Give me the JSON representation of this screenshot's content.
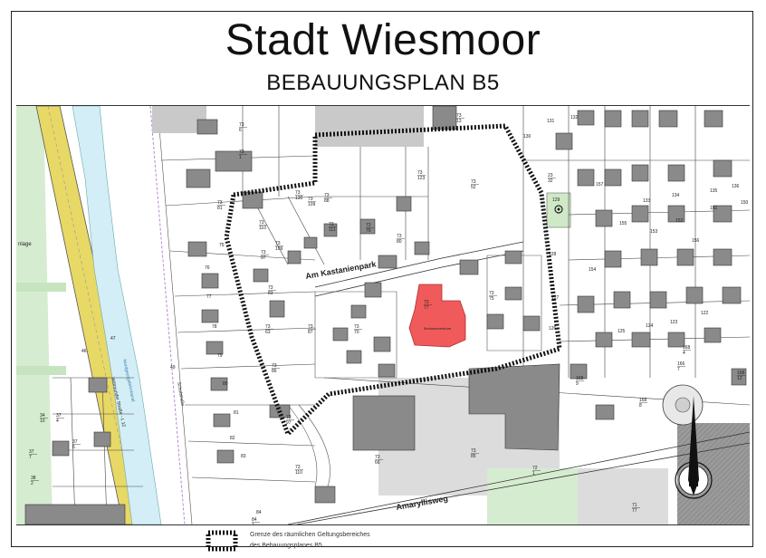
{
  "header": {
    "title": "Stadt Wiesmoor",
    "subtitle": "BEBAUUNGSPLAN B5"
  },
  "map": {
    "street_labels": {
      "am_kastanienpark": "Am Kastanienpark",
      "amaryllisweg": "Amaryllisweg",
      "wittmunder_strasse": "Wittmunder Straße - L 12",
      "schulstrasse": "Schulstraße",
      "nordgeorgsfehnkanal": "Nordgeorgsfehnkanal",
      "anlage": "nlage"
    },
    "building_label": "Seniorenzentrum",
    "colors": {
      "building_highlight": "#f05a5a",
      "green_area": "#d6ecd0",
      "canal": "#d3eef6",
      "road_yellow": "#e8d866",
      "buildings": "#8a8a8a",
      "plots": "#bdbdbd",
      "boundary": "#111111"
    },
    "parcel_labels": [
      {
        "num": "73",
        "den": "6"
      },
      {
        "num": "73",
        "den": "1"
      },
      {
        "num": "73",
        "den": "13"
      },
      {
        "num": "73",
        "den": "123"
      },
      {
        "num": "73",
        "den": "52"
      },
      {
        "num": "73",
        "den": "130"
      },
      {
        "num": "73",
        "den": "109"
      },
      {
        "num": "73",
        "den": "88"
      },
      {
        "num": "73",
        "den": "110"
      },
      {
        "num": "73",
        "den": "79"
      },
      {
        "num": "73",
        "den": "80"
      },
      {
        "num": "73",
        "den": "111"
      },
      {
        "num": "73",
        "den": "81"
      },
      {
        "num": "73",
        "den": "97"
      },
      {
        "num": "73",
        "den": "109"
      },
      {
        "num": "73",
        "den": "63"
      },
      {
        "num": "73",
        "den": "87"
      },
      {
        "num": "73",
        "den": "77"
      },
      {
        "num": "73",
        "den": "70"
      },
      {
        "num": "73",
        "den": "75"
      },
      {
        "num": "73",
        "den": "83"
      },
      {
        "num": "73",
        "den": "86"
      },
      {
        "num": "73",
        "den": "85"
      },
      {
        "num": "73",
        "den": "66"
      },
      {
        "num": "73",
        "den": "110"
      },
      {
        "num": "73",
        "den": "97"
      },
      {
        "num": "72",
        "den": "1"
      },
      {
        "num": "71",
        "den": "77"
      },
      {
        "num": "34",
        "den": "10"
      },
      {
        "num": "37",
        "den": "4"
      },
      {
        "num": "37",
        "den": "7"
      },
      {
        "num": "37",
        "den": "6"
      },
      {
        "num": "38",
        "den": "2"
      },
      {
        "num": "168",
        "den": "4"
      },
      {
        "num": "166",
        "den": "7"
      },
      {
        "num": "168",
        "den": "8"
      },
      {
        "num": "168",
        "den": "9"
      },
      {
        "num": "168",
        "den": "12"
      },
      {
        "num": "23",
        "den": "32"
      },
      {
        "num": "84",
        "den": "1"
      }
    ],
    "numbers": [
      "75",
      "76",
      "77",
      "78",
      "79",
      "80",
      "81",
      "82",
      "83",
      "84",
      "46",
      "47",
      "49",
      "131",
      "132",
      "130",
      "129",
      "128",
      "127",
      "126",
      "125",
      "124",
      "123",
      "122",
      "133",
      "134",
      "135",
      "136",
      "150",
      "151",
      "152",
      "153",
      "154",
      "155",
      "156",
      "157"
    ]
  },
  "legend": {
    "line1": "Grenze des räumlichen Geltungsbereiches",
    "line2": "des Bebauungsplanes B5"
  }
}
